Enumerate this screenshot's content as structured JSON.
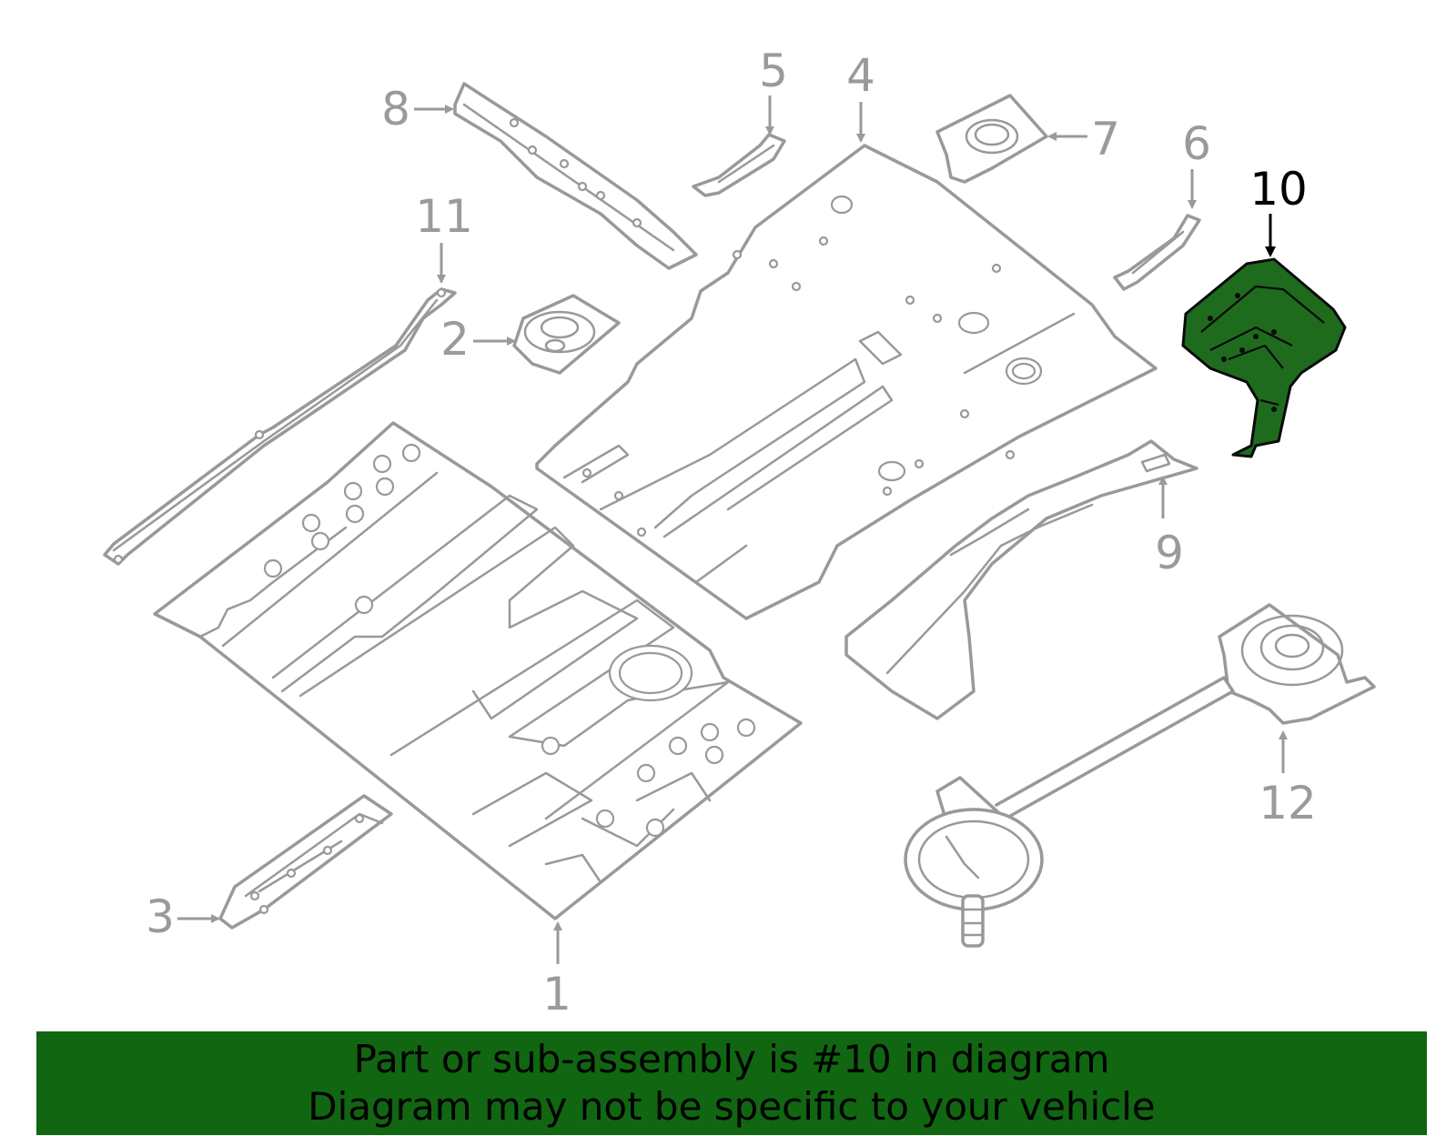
{
  "diagram": {
    "highlighted_part": "10",
    "callouts": [
      "1",
      "2",
      "3",
      "4",
      "5",
      "6",
      "7",
      "8",
      "9",
      "10",
      "11",
      "12"
    ]
  },
  "banner": {
    "line1": "Part or sub-assembly is #10 in diagram",
    "line2": "Diagram may not be specific to your vehicle"
  },
  "colors": {
    "highlight": "#1e6b1e",
    "banner": "#116611",
    "line_art": "#999999"
  }
}
